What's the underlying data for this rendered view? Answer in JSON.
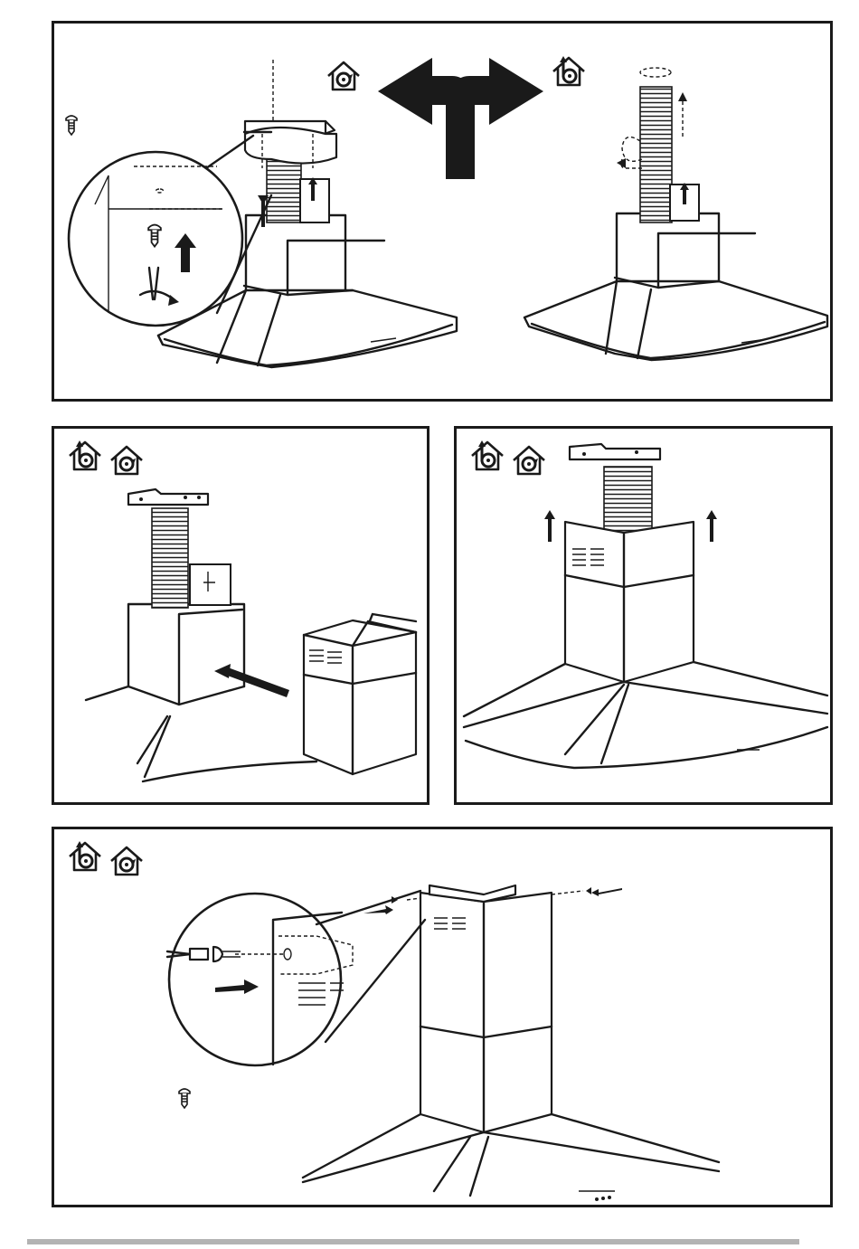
{
  "figure": {
    "panels": [
      {
        "id": "step-1",
        "icons": [
          "recirculation-mode-icon",
          "ducted-mode-icon"
        ]
      },
      {
        "id": "step-2",
        "icons": [
          "ducted-mode-icon",
          "recirculation-mode-icon"
        ]
      },
      {
        "id": "step-3",
        "icons": [
          "ducted-mode-icon",
          "recirculation-mode-icon"
        ]
      },
      {
        "id": "step-4",
        "icons": [
          "ducted-mode-icon",
          "recirculation-mode-icon"
        ]
      }
    ],
    "colors": {
      "line": "#1a1a1a",
      "background": "#ffffff",
      "footer_bar": "#b3b3b3"
    }
  }
}
